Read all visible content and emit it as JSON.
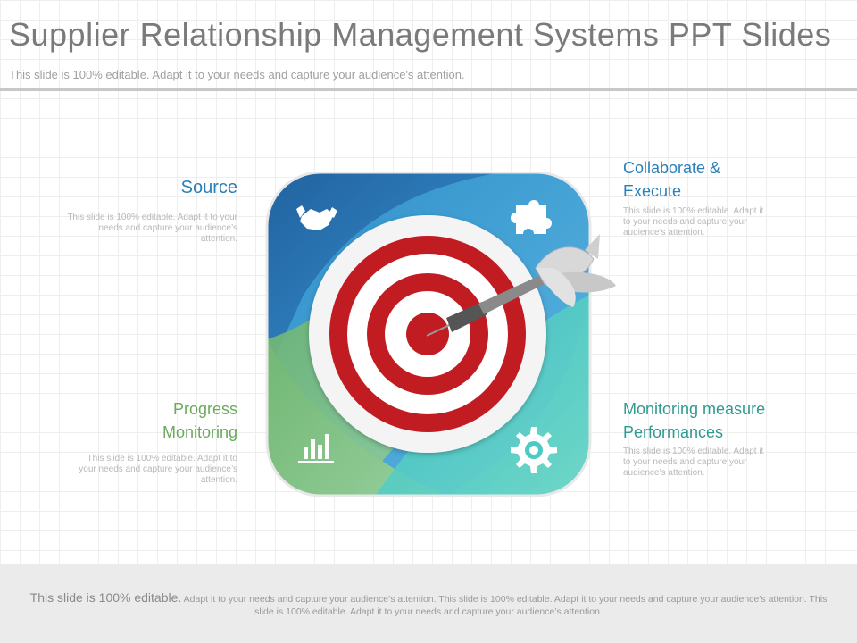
{
  "slide": {
    "title": "Supplier Relationship Management Systems PPT Slides",
    "subtitle": "This slide is 100% editable.  Adapt it to your needs and capture your audience's attention."
  },
  "sections": {
    "source": {
      "label": "Source",
      "desc": "This slide is 100% editable. Adapt it to your needs and capture your audience’s attention.",
      "color": "#2a7fb8",
      "icon": "handshake-icon"
    },
    "collaborate": {
      "label": "Collaborate & Execute",
      "desc": "This slide is 100% editable. Adapt it to your needs and capture your audience’s attention.",
      "color": "#2a7fb8",
      "icon": "puzzle-icon"
    },
    "progress": {
      "label": "Progress Monitoring",
      "desc": "This slide is 100% editable. Adapt it to your needs and capture your audience’s attention.",
      "color": "#6aaa5a",
      "icon": "bar-chart-icon"
    },
    "monitoring": {
      "label": "Monitoring measure Performances",
      "desc": "This slide is 100% editable. Adapt it to your needs and capture your audience’s attention.",
      "color": "#2e9a90",
      "icon": "gear-icon"
    }
  },
  "footer": {
    "lead": "This slide is 100% editable.",
    "text": "Adapt it to your needs and capture your audience’s attention. This slide is 100% editable. Adapt it to your needs and capture your audience’s attention. This slide is 100% editable. Adapt it to your needs and capture your audience’s attention."
  }
}
